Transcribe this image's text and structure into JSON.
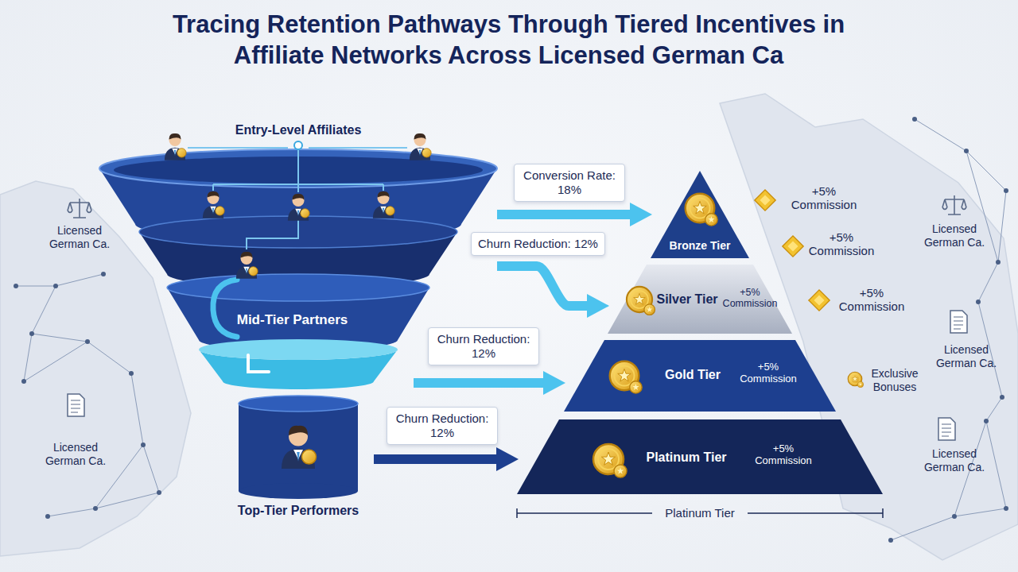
{
  "diagram": {
    "title": "Tracing Retention Pathways Through Tiered Incentives in Affiliate Networks Across Licensed German Ca",
    "nodes": [
      {
        "text": [
          "Entry-Level Affiliates"
        ]
      },
      {
        "text": [
          "Mid-Tier Partners"
        ]
      },
      {
        "text": [
          "Top-Tier Performers"
        ]
      },
      {
        "text": [
          "Bronze Tier"
        ]
      },
      {
        "text": [
          "Silver Tier",
          "+5% Commission"
        ]
      },
      {
        "text": [
          "Gold Tier",
          "+5% Commission"
        ]
      },
      {
        "text": [
          "Platinum Tier",
          "+5% Commission"
        ]
      }
    ],
    "edges": [
      {
        "from": 0,
        "to": 3,
        "arrow": "to",
        "label": "Conversion Rate: 18%"
      },
      {
        "from": 0,
        "to": 4,
        "arrow": "to",
        "label": "Churn Reduction: 12%"
      },
      {
        "from": 1,
        "to": 5,
        "arrow": "to",
        "label": "Churn Reduction: 12%"
      },
      {
        "from": 2,
        "to": 6,
        "arrow": "to",
        "label": "Churn Reduction: 12%"
      }
    ],
    "labels": [
      "Licensed German Ca.",
      "Licensed German Ca.",
      "+5% Commission",
      "+5% Commission",
      "+5% Commission",
      "Licensed German Ca.",
      "Licensed German Ca.",
      "Exclusive Bonuses",
      "Licensed German Ca.",
      "Platinum Tier"
    ]
  }
}
